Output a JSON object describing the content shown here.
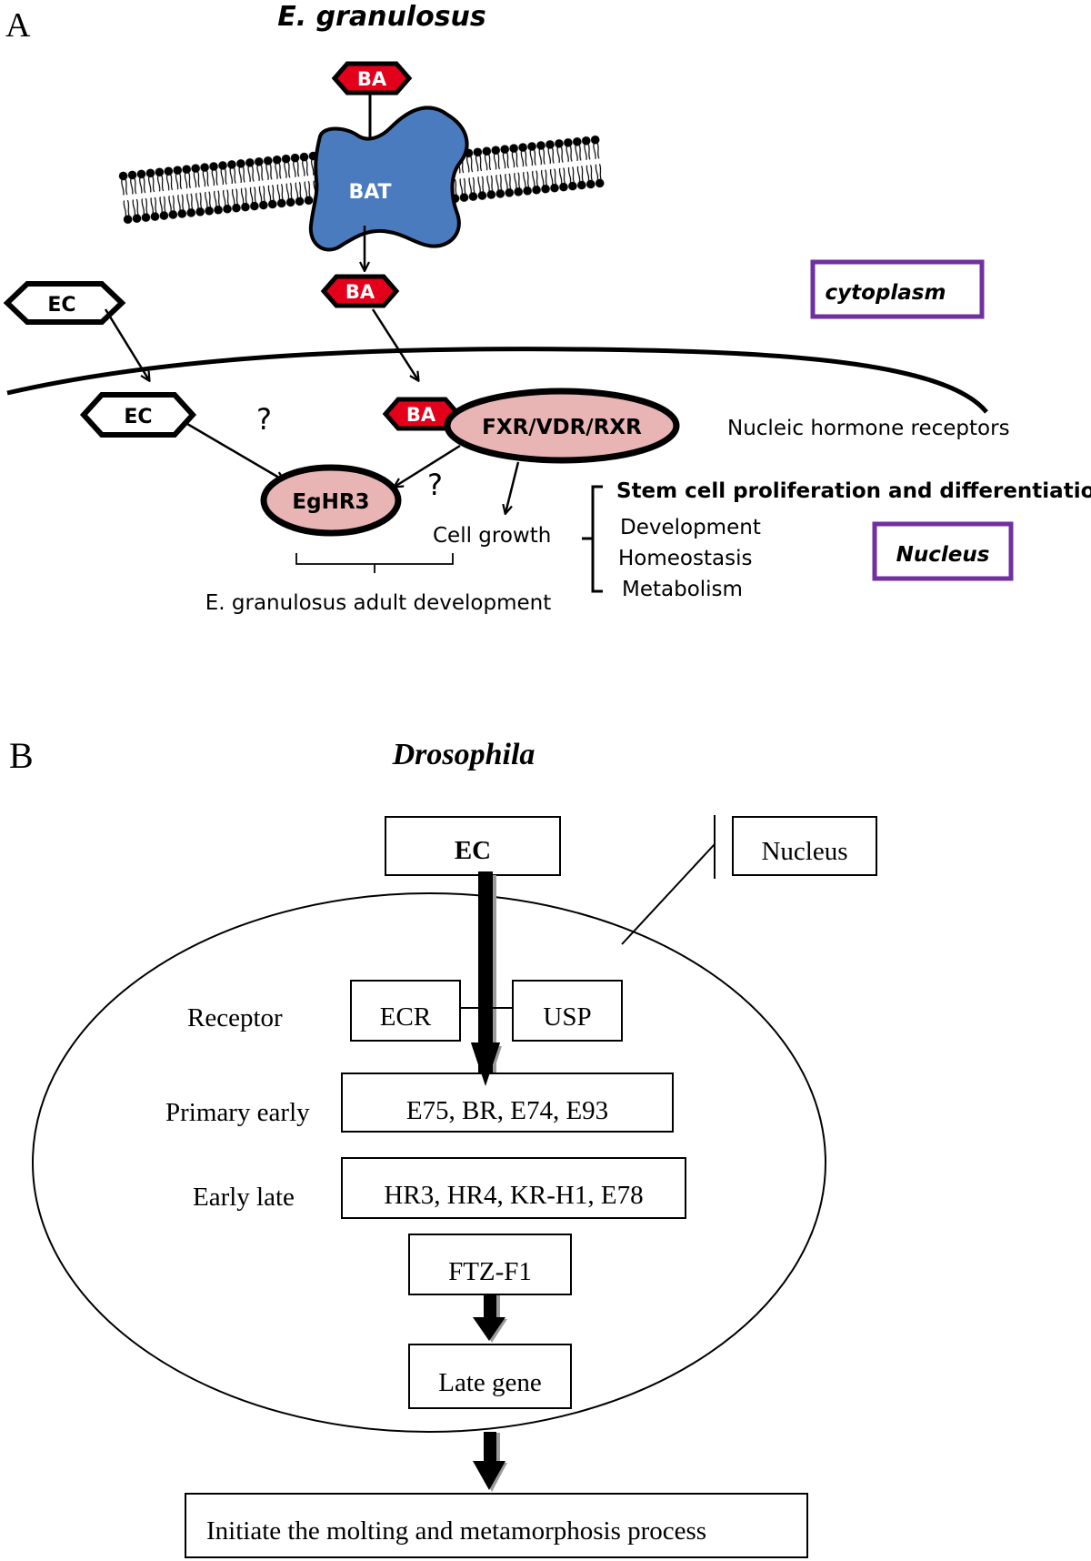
{
  "panel_a": {
    "panel_label": "A",
    "title": "E. granulosus",
    "ba_top": "BA",
    "transporter": "BAT",
    "ba_mid": "BA",
    "ec_outer": "EC",
    "ec_inner": "EC",
    "ba_receptor": "BA",
    "receptor_complex": "FXR/VDR/RXR",
    "egHR3": "EgHR3",
    "question_1": "?",
    "question_2": "?",
    "cytoplasm_label": "cytoplasm",
    "nucleic_hormone_receptors": "Nucleic hormone receptors",
    "cell_growth": "Cell growth",
    "adult_development": "E. granulosus adult development",
    "functions_header": "Stem cell proliferation  and differentiation",
    "functions": [
      "Development",
      "Homeostasis",
      "Metabolism"
    ],
    "nucleus_label": "Nucleus"
  },
  "panel_b": {
    "panel_label": "B",
    "title": "Drosophila",
    "ec_box": "EC",
    "nucleus_box": "Nucleus",
    "receptor_row_label": "Receptor",
    "ecr": "ECR",
    "usp": "USP",
    "primary_early_label": "Primary early",
    "primary_early_genes": "E75, BR, E74, E93",
    "early_late_label": "Early late",
    "early_late_genes": "HR3, HR4, KR-H1, E78",
    "ftz": "FTZ-F1",
    "late_gene": "Late gene",
    "outcome": "Initiate the molting and metamorphosis process"
  },
  "colors": {
    "ba_red": "#e3001b",
    "bat_blue": "#4a7bbf",
    "receptor_pink": "#e8b4b4",
    "purple_border": "#7030a0"
  }
}
